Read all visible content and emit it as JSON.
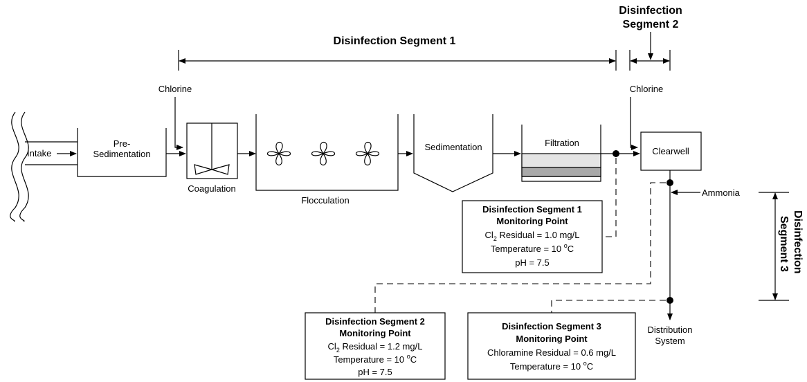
{
  "segments": {
    "seg1_label": "Disinfection Segment 1",
    "seg2_label_line1": "Disinfection",
    "seg2_label_line2": "Segment 2",
    "seg3_label_line1": "Disinfection",
    "seg3_label_line2": "Segment 3"
  },
  "process": {
    "intake": "Intake",
    "presed_line1": "Pre-",
    "presed_line2": "Sedimentation",
    "coagulation": "Coagulation",
    "flocculation": "Flocculation",
    "sedimentation": "Sedimentation",
    "filtration": "Filtration",
    "clearwell": "Clearwell",
    "distribution_line1": "Distribution",
    "distribution_line2": "System"
  },
  "chemicals": {
    "chlorine1": "Chlorine",
    "chlorine2": "Chlorine",
    "ammonia": "Ammonia"
  },
  "monitoring": {
    "mp1": {
      "title1": "Disinfection Segment 1",
      "title2": "Monitoring Point",
      "residual_prefix": "Cl",
      "residual_sub": "2",
      "residual_rest": " Residual = 1.0 mg/L",
      "temp_prefix": "Temperature = 10 ",
      "temp_sup": "o",
      "temp_unit": "C",
      "ph": "pH = 7.5"
    },
    "mp2": {
      "title1": "Disinfection Segment 2",
      "title2": "Monitoring Point",
      "residual_prefix": "Cl",
      "residual_sub": "2",
      "residual_rest": " Residual = 1.2 mg/L",
      "temp_prefix": "Temperature = 10 ",
      "temp_sup": "o",
      "temp_unit": "C",
      "ph": "pH = 7.5"
    },
    "mp3": {
      "title1": "Disinfection Segment 3",
      "title2": "Monitoring Point",
      "residual": "Chloramine Residual = 0.6 mg/L",
      "temp_prefix": "Temperature = 10 ",
      "temp_sup": "o",
      "temp_unit": "C"
    }
  }
}
